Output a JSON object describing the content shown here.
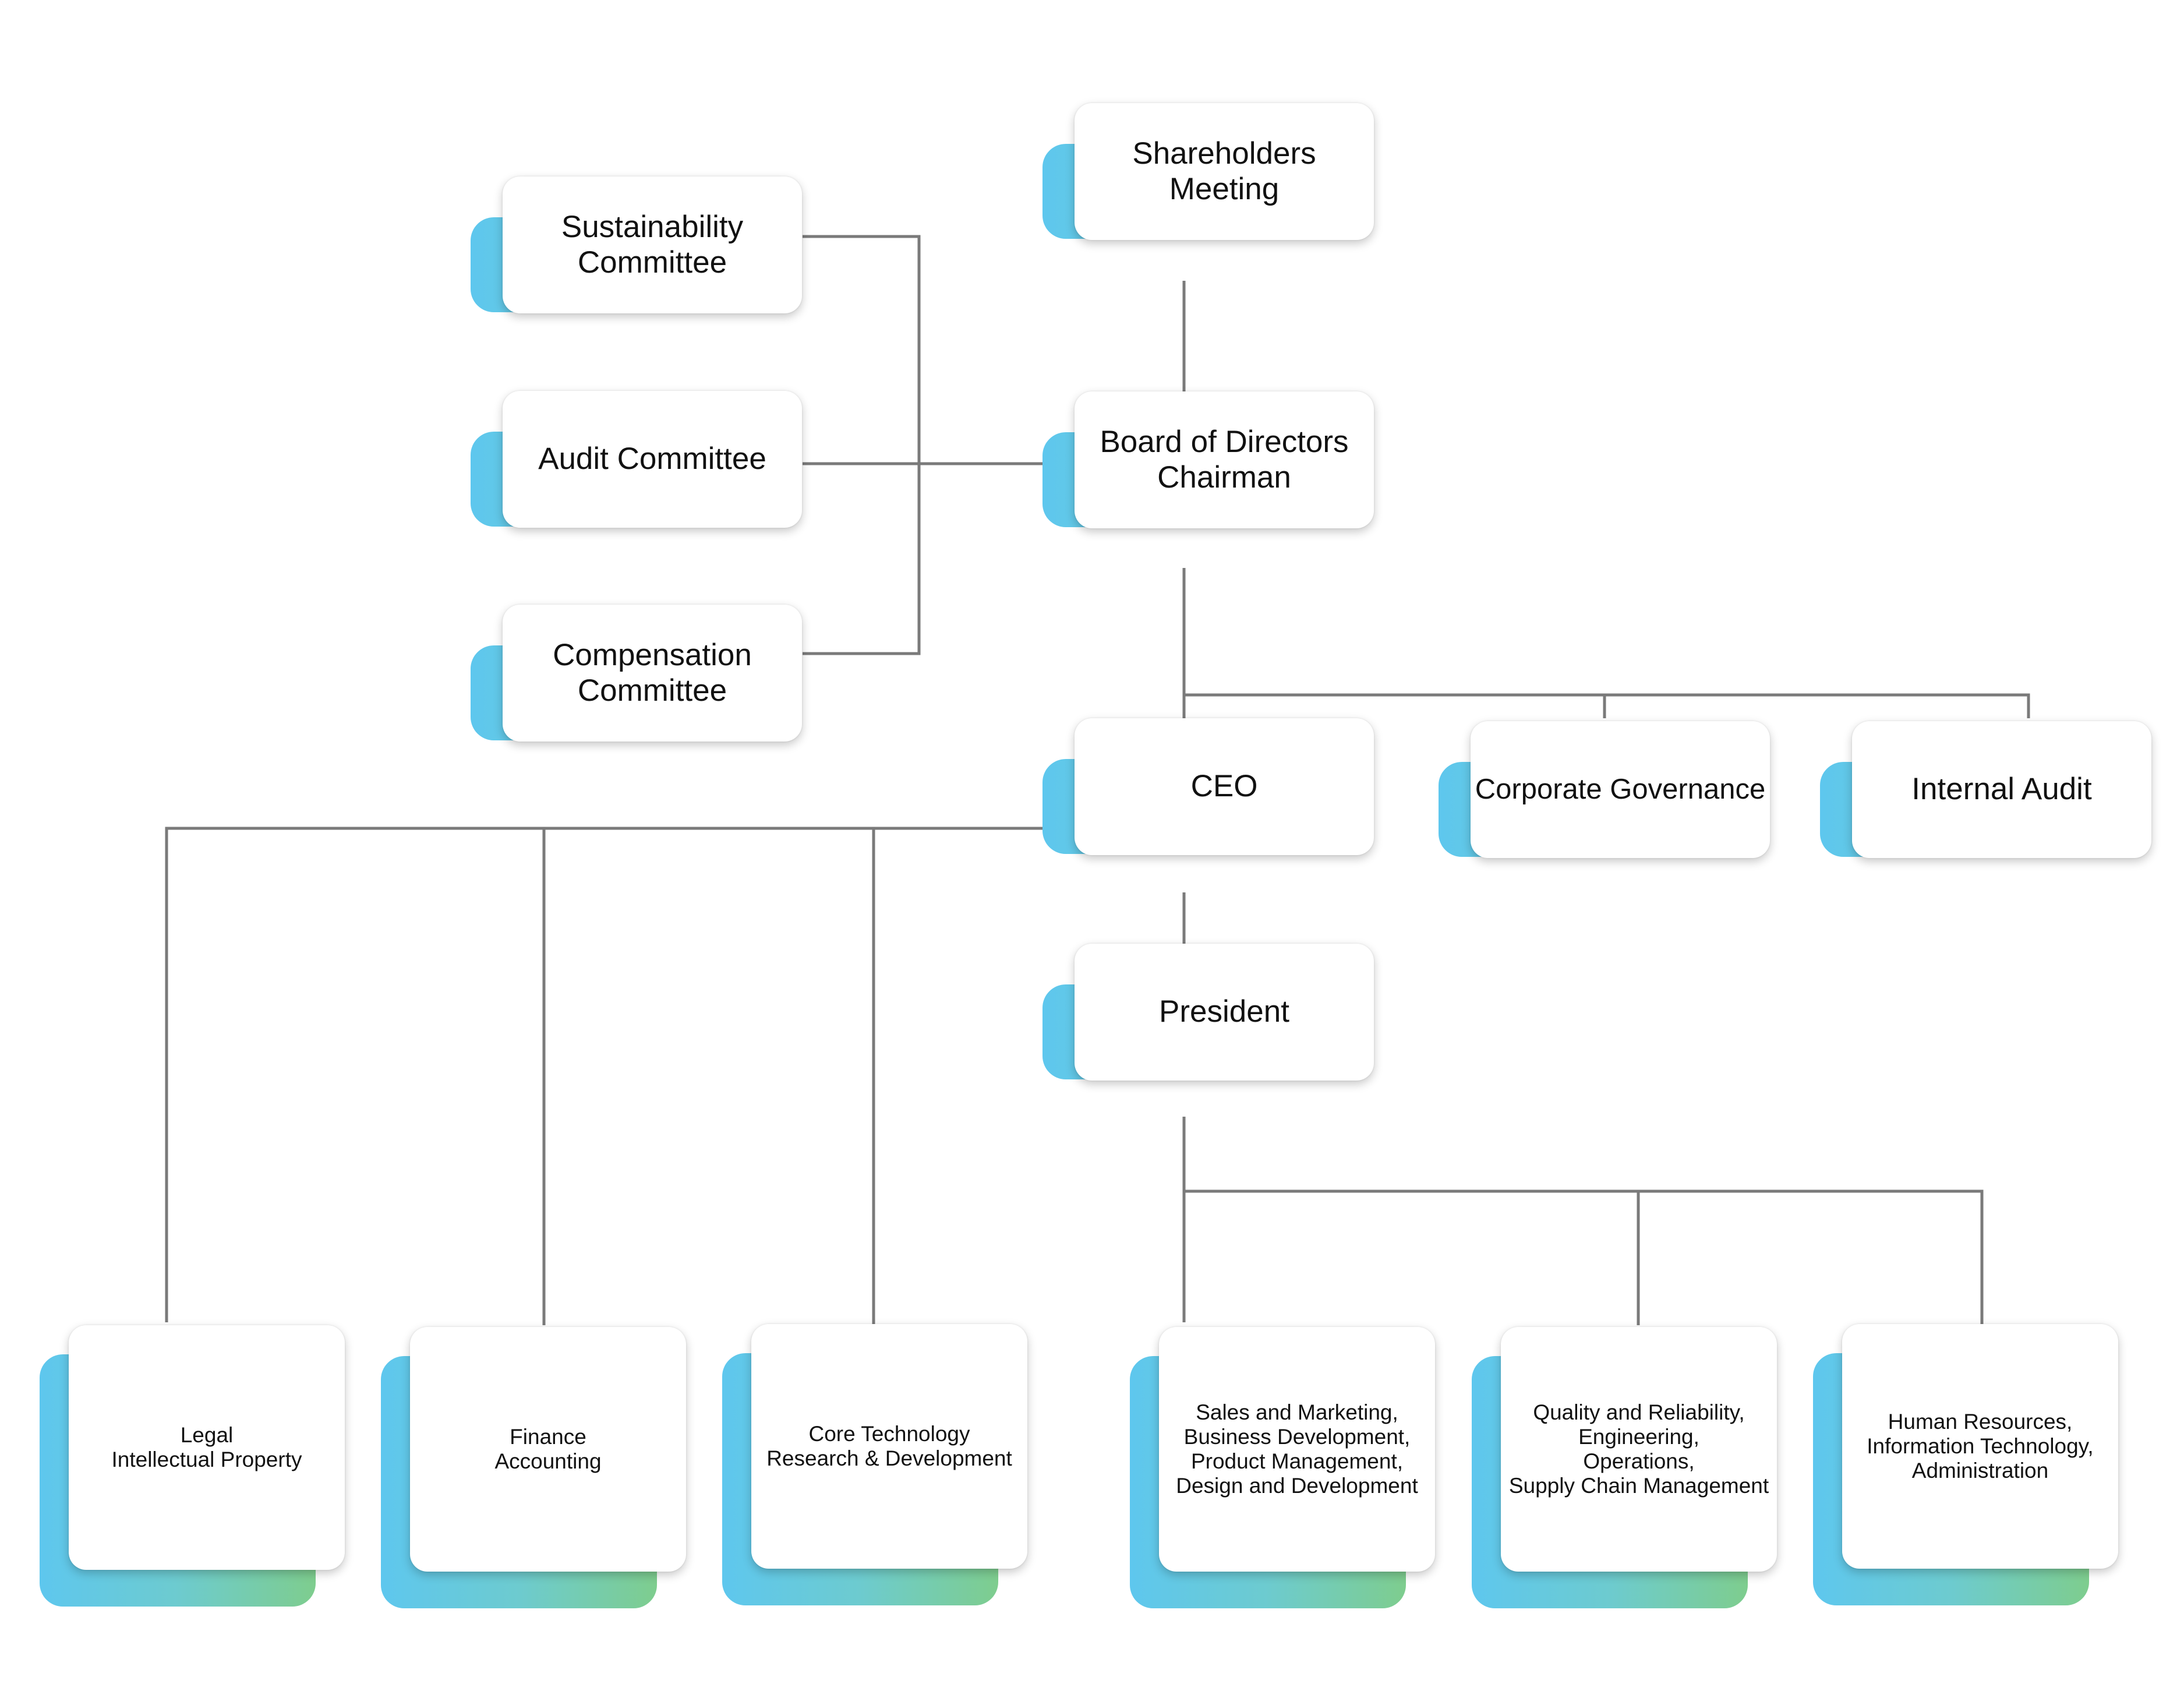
{
  "org_chart": {
    "shareholders": "Shareholders\nMeeting",
    "board": "Board of Directors\nChairman",
    "sustainability_committee": "Sustainability\nCommittee",
    "audit_committee": "Audit Committee",
    "compensation_committee": "Compensation\nCommittee",
    "ceo": "CEO",
    "corporate_governance": "Corporate Governance",
    "internal_audit": "Internal Audit",
    "president": "President",
    "legal": "Legal\nIntellectual Property",
    "finance": "Finance\nAccounting",
    "core_technology": "Core Technology\nResearch & Development",
    "sales": "Sales and Marketing,\nBusiness Development,\nProduct Management,\nDesign and Development",
    "quality": "Quality and Reliability,\nEngineering,\nOperations,\nSupply Chain Management",
    "human_resources": "Human Resources,\nInformation Technology,\nAdministration"
  },
  "colors": {
    "connector": "#7a7a7a",
    "gradient_start": "#5ec7ee",
    "gradient_end": "#7ecd8e",
    "card": "#ffffff"
  }
}
